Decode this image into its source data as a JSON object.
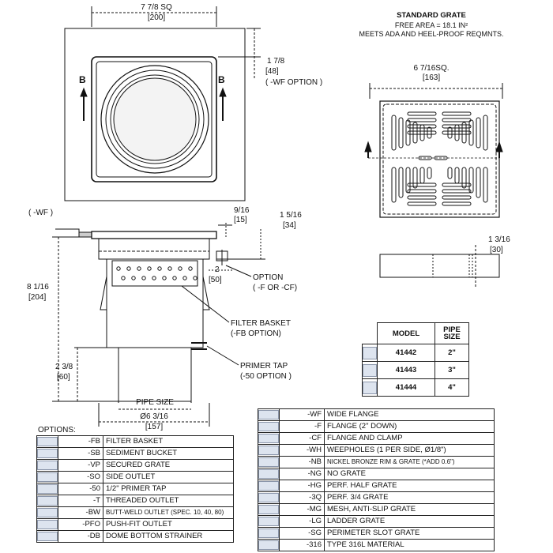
{
  "top_view": {
    "width_label": "7 7/8  SQ",
    "width_metric": "[200]",
    "flange_label": "1 7/8",
    "flange_metric": "[48]",
    "flange_option": "( -WF OPTION )",
    "section_left": "B",
    "section_right": "B"
  },
  "grate": {
    "title": "STANDARD GRATE",
    "free_area": "FREE AREA = 18.1 IN²",
    "compliance": "MEETS ADA AND HEEL-PROOF REQMNTS.",
    "size_label": "6 7/16SQ.",
    "size_metric": "[163]",
    "thickness_label": "1 3/16",
    "thickness_metric": "[30]"
  },
  "section_view": {
    "wf_label": "( -WF )",
    "rim_label": "9/16",
    "rim_metric": "[15]",
    "top_label": "1 5/16",
    "top_metric": "[34]",
    "height_label": "8 1/16",
    "height_metric": "[204]",
    "clamp_label": "2",
    "clamp_metric": "[50]",
    "option_label": "OPTION",
    "option_sub": "( -F  OR -CF)",
    "basket_label": "FILTER BASKET",
    "basket_sub": "(-FB OPTION)",
    "primer_label": "PRIMER TAP",
    "primer_sub": "(-50 OPTION )",
    "outlet_label": "2 3/8",
    "outlet_metric": "[60]",
    "pipe_label": "PIPE SIZE",
    "dia_label": "Ø6 3/16",
    "dia_metric": "[157]"
  },
  "models": {
    "header_model": "MODEL",
    "header_pipe": "PIPE SIZE",
    "rows": [
      {
        "model": "41442",
        "size": "2\""
      },
      {
        "model": "41443",
        "size": "3\""
      },
      {
        "model": "41444",
        "size": "4\""
      }
    ]
  },
  "options_title": "OPTIONS:",
  "options_left": [
    {
      "code": "-FB",
      "desc": "FILTER BASKET"
    },
    {
      "code": "-SB",
      "desc": "SEDIMENT BUCKET"
    },
    {
      "code": "-VP",
      "desc": "SECURED GRATE"
    },
    {
      "code": "-SO",
      "desc": "SIDE OUTLET"
    },
    {
      "code": "-50",
      "desc": "1/2\" PRIMER TAP"
    },
    {
      "code": "-T",
      "desc": "THREADED OUTLET"
    },
    {
      "code": "-BW",
      "desc": "BUTT-WELD OUTLET (SPEC. 10, 40, 80)"
    },
    {
      "code": "-PFO",
      "desc": "PUSH-FIT OUTLET"
    },
    {
      "code": "-DB",
      "desc": "DOME BOTTOM STRAINER"
    }
  ],
  "options_right": [
    {
      "code": "-WF",
      "desc": "WIDE FLANGE"
    },
    {
      "code": "-F",
      "desc": "FLANGE (2\" DOWN)"
    },
    {
      "code": "-CF",
      "desc": "FLANGE AND CLAMP"
    },
    {
      "code": "-WH",
      "desc": "WEEPHOLES (1 PER SIDE, Ø1/8\")"
    },
    {
      "code": "-NB",
      "desc": "NICKEL BRONZE RIM & GRATE (*ADD 0.6\")"
    },
    {
      "code": "-NG",
      "desc": "NO GRATE"
    },
    {
      "code": "-HG",
      "desc": "PERF. HALF GRATE"
    },
    {
      "code": "-3Q",
      "desc": "PERF. 3/4 GRATE"
    },
    {
      "code": "-MG",
      "desc": "MESH, ANTI-SLIP GRATE"
    },
    {
      "code": "-LG",
      "desc": "LADDER GRATE"
    },
    {
      "code": "-SG",
      "desc": "PERIMETER SLOT GRATE"
    },
    {
      "code": "-316",
      "desc": "TYPE 316L MATERIAL"
    }
  ]
}
